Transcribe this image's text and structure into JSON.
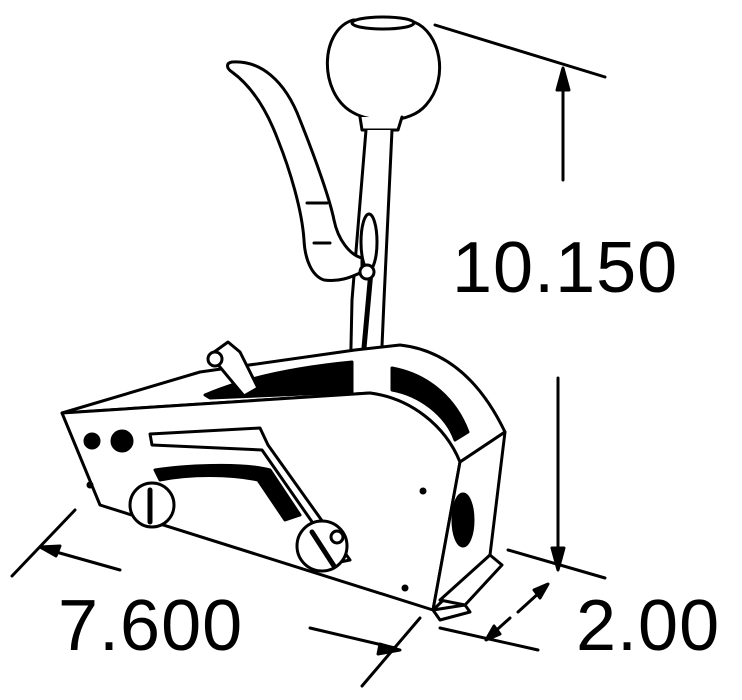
{
  "diagram": {
    "subject": "Automatic transmission shifter assembly",
    "components": [
      "shift-knob",
      "shift-lever",
      "trigger-handle",
      "housing",
      "gate-slot",
      "cable-bracket",
      "mounting-foot"
    ],
    "dimensions": {
      "height": {
        "label": "10.150",
        "axis": "vertical"
      },
      "length": {
        "label": "7.600",
        "axis": "depth"
      },
      "width": {
        "label": "2.00",
        "axis": "width"
      }
    },
    "colors": {
      "line": "#000000",
      "background": "#ffffff"
    }
  }
}
